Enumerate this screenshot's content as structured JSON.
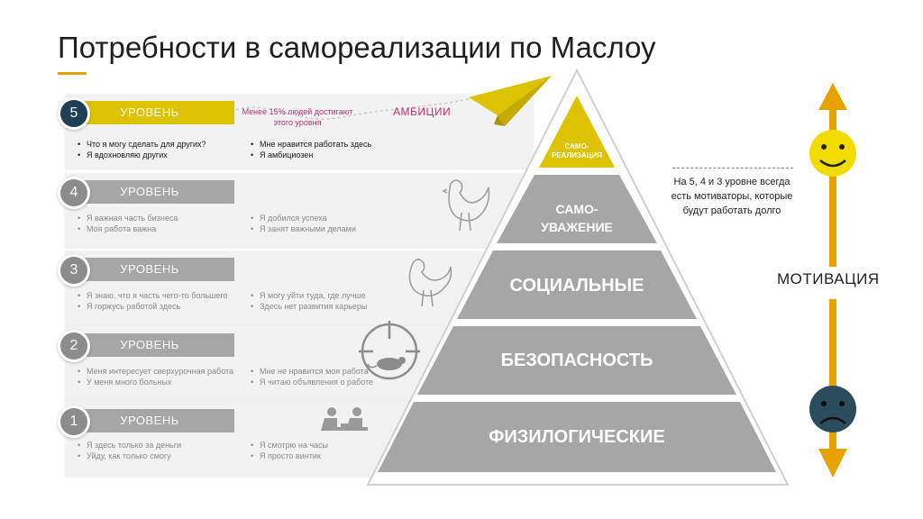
{
  "title": "Потребности в самореализации по Маслоу",
  "levels": [
    {
      "number": "5",
      "label": "УРОВЕНЬ",
      "left": [
        "Что я могу сделать для других?",
        "Я вдохновляю других"
      ],
      "right": [
        "Мне нравится работать здесь",
        "Я амбициозен"
      ]
    },
    {
      "number": "4",
      "label": "УРОВЕНЬ",
      "left": [
        "Я важная часть бизнеса",
        "Моя работа важна"
      ],
      "right": [
        "Я добился успеха",
        "Я занят важными делами"
      ]
    },
    {
      "number": "3",
      "label": "УРОВЕНЬ",
      "left": [
        "Я знаю, что я часть чего-то большего",
        "Я горжусь работой здесь"
      ],
      "right": [
        "Я могу уйти туда, где лучше",
        "Здесь нет развития карьеры"
      ]
    },
    {
      "number": "2",
      "label": "УРОВЕНЬ",
      "left": [
        "Меня интересует сверхурочная работа",
        "У меня много больных"
      ],
      "right": [
        "Мне не нравится моя работа",
        "Я читаю объявления о работе"
      ]
    },
    {
      "number": "1",
      "label": "УРОВЕНЬ",
      "left": [
        "Я здесь только за деньги",
        "Уйду, как только смогу"
      ],
      "right": [
        "Я смотрю на часы",
        "Я просто винтик"
      ]
    }
  ],
  "ambition": {
    "note": "Менее 15% людей достигают этого уровня",
    "label": "АМБИЦИИ"
  },
  "pyramid": {
    "tiers": [
      {
        "lines": [
          "САМО-",
          "РЕАЛИЗАЦИЯ"
        ]
      },
      {
        "lines": [
          "САМО-",
          "УВАЖЕНИЕ"
        ]
      },
      {
        "lines": [
          "СОЦИАЛЬНЫЕ"
        ]
      },
      {
        "lines": [
          "БЕЗОПАСНОСТЬ"
        ]
      },
      {
        "lines": [
          "ФИЗИЛОГИЧЕСКИЕ"
        ]
      }
    ]
  },
  "side_note": "На 5, 4 и 3 уровне всегда есть мотиваторы, которые будут работать долго",
  "motivation_label": "МОТИВАЦИЯ",
  "icons": {
    "level4": "rooster-icon",
    "level3": "hen-icon",
    "level2": "crosshair-rat-icon",
    "level1": "people-sitting-icon",
    "paper_plane": "paper-plane-icon",
    "happy": "happy-face-icon",
    "sad": "sad-face-icon"
  },
  "colors": {
    "accent_yellow": "#dcc200",
    "gray_bar": "#a6a6a6",
    "level5_circle": "#1f3f57",
    "orange_arrow": "#e8a200",
    "pink_text": "#c0326e"
  }
}
